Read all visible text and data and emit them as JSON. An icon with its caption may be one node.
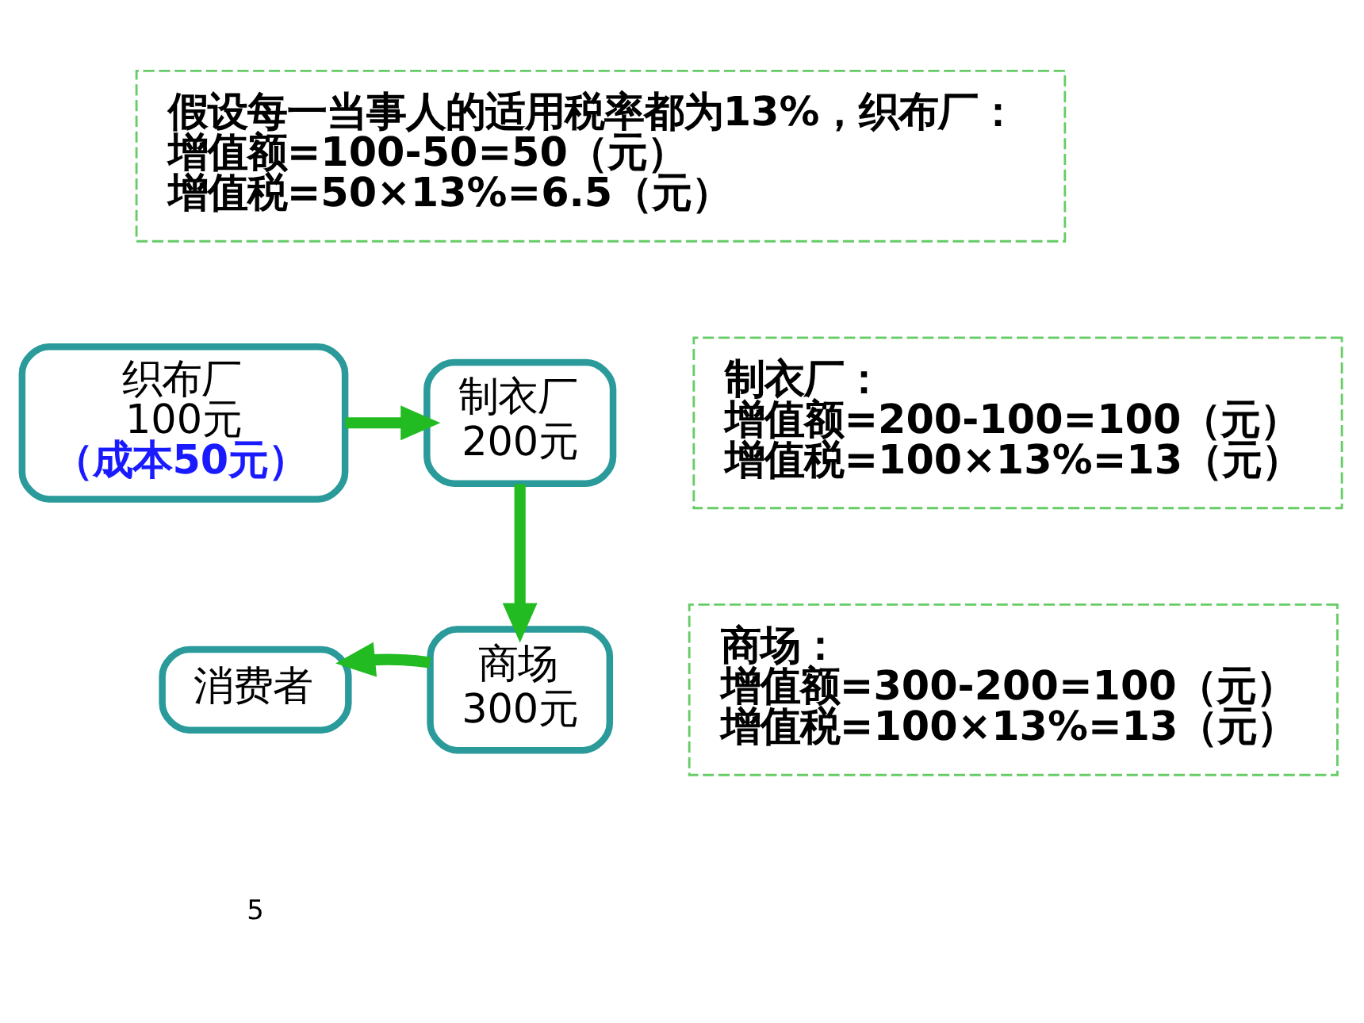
{
  "diagram": {
    "nodes": [
      {
        "text": [
          "假设每一当事人的适用税率都为13%，织布厂：",
          "增值额=100-50=50（元）",
          "增值税=50×13%=6.5（元）"
        ]
      },
      {
        "text": [
          "织布厂",
          "100元",
          "（成本50元）"
        ]
      },
      {
        "text": [
          "制衣厂",
          "200元"
        ]
      },
      {
        "text": [
          "制衣厂：",
          "增值额=200-100=100（元）",
          "增值税=100×13%=13（元）"
        ]
      },
      {
        "text": [
          "消费者"
        ]
      },
      {
        "text": [
          "商场",
          "300元"
        ]
      },
      {
        "text": [
          "商场：",
          "增值额=300-200=100（元）",
          "增值税=100×13%=13（元）"
        ]
      }
    ],
    "edges": [
      {
        "from": 1,
        "to": 2,
        "arrow": "to"
      },
      {
        "from": 2,
        "to": 5,
        "arrow": "to"
      },
      {
        "from": 5,
        "to": 4,
        "arrow": "to"
      }
    ],
    "labels": [
      "5"
    ]
  }
}
